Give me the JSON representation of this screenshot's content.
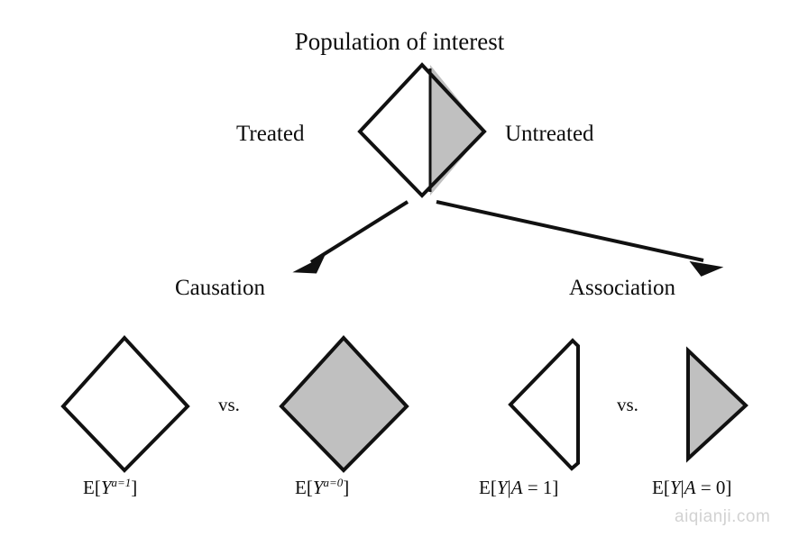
{
  "figure": {
    "title": "Population of interest",
    "watermark": "aiqianji.com",
    "colors": {
      "stroke": "#111111",
      "shaded_fill": "#C0C0C0",
      "unshaded_fill": "#FFFFFF",
      "background": "#FFFFFF",
      "watermark": "#D2D2D2"
    },
    "top_node": {
      "left_half_label": "Treated",
      "right_half_label": "Untreated",
      "left_half_fill": "unshaded",
      "right_half_fill": "shaded"
    },
    "branches": [
      {
        "label": "Causation",
        "direction": "down-left"
      },
      {
        "label": "Association",
        "direction": "down-right"
      }
    ],
    "comparisons": [
      {
        "branch": "Causation",
        "operator": "vs.",
        "left": {
          "shape": "full-diamond",
          "fill": "unshaded",
          "formula_prefix": "E[",
          "formula_var": "Y",
          "formula_sup": "a=1",
          "formula_suffix": "]",
          "formula_plain": "E[Y^{a=1}]"
        },
        "right": {
          "shape": "full-diamond",
          "fill": "shaded",
          "formula_prefix": "E[",
          "formula_var": "Y",
          "formula_sup": "a=0",
          "formula_suffix": "]",
          "formula_plain": "E[Y^{a=0}]"
        }
      },
      {
        "branch": "Association",
        "operator": "vs.",
        "left": {
          "shape": "left-half-diamond",
          "fill": "unshaded",
          "formula_prefix": "E[",
          "formula_var": "Y",
          "formula_mid": "|",
          "formula_var2": "A",
          "formula_suffix": " = 1]",
          "formula_plain": "E[Y|A = 1]"
        },
        "right": {
          "shape": "right-half-triangle",
          "fill": "shaded",
          "formula_prefix": "E[",
          "formula_var": "Y",
          "formula_mid": "|",
          "formula_var2": "A",
          "formula_suffix": " = 0]",
          "formula_plain": "E[Y|A = 0]"
        }
      }
    ]
  }
}
